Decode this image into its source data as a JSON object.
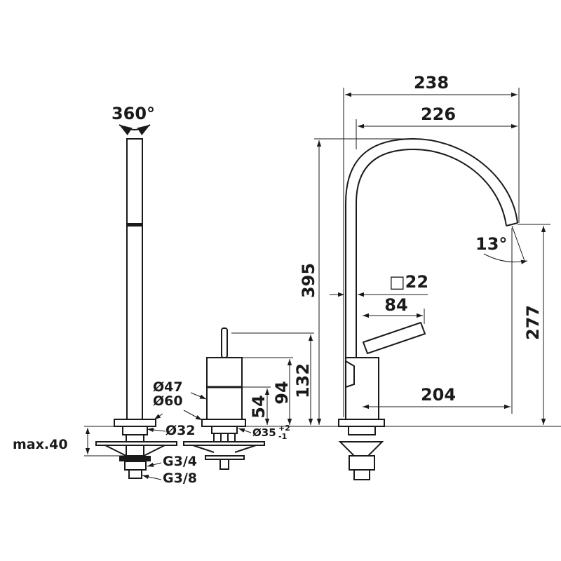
{
  "rotation_label": "360°",
  "max_height_label": "max.40",
  "connections": {
    "g34": "G3/4",
    "g38": "G3/8"
  },
  "diameters": {
    "d60": "Ø60",
    "d47": "Ø47",
    "d32": "Ø32",
    "d35": "Ø35",
    "d35_tol_upper": "+2",
    "d35_tol_lower": "-1"
  },
  "mixer_dims": {
    "h132": "132",
    "h94": "94",
    "h54": "54"
  },
  "faucet_dims": {
    "w238": "238",
    "w226": "226",
    "h395": "395",
    "h277": "277",
    "w204": "204",
    "w84": "84",
    "sq22": "□22",
    "angle": "13°"
  }
}
